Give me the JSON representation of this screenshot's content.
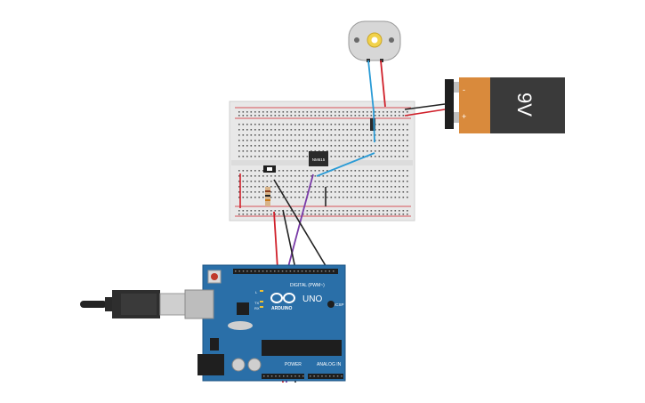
{
  "battery": {
    "label": "9V",
    "minus": "-",
    "plus": "+",
    "body_color": "#3a3a3a",
    "cap_color": "#d98a3c"
  },
  "chip": {
    "label": "NM615"
  },
  "arduino": {
    "logo_text": "ARDUINO",
    "model": "UNO",
    "digital_label": "DIGITAL (PWM~)",
    "power_label": "POWER",
    "analog_label": "ANALOG IN",
    "icsp_label": "ICSP",
    "tx_label": "TX",
    "rx_label": "RX",
    "l_label": "L",
    "board_color": "#2a6fa8"
  },
  "wires": {
    "red": "#d0202a",
    "black": "#222222",
    "blue": "#2a9bd6",
    "purple": "#7a3ca8"
  }
}
